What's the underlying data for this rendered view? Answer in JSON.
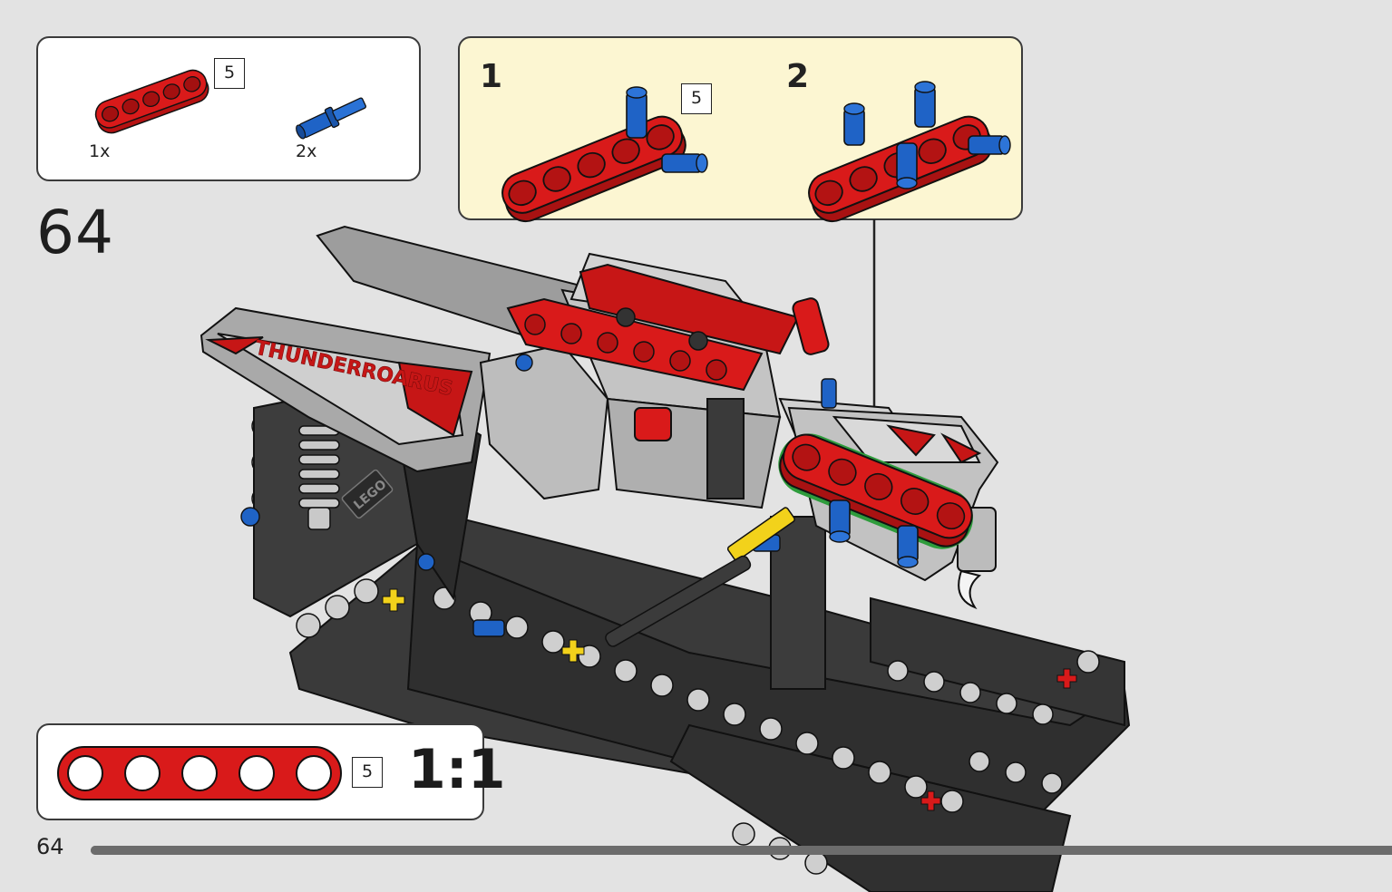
{
  "step": {
    "number": "64",
    "scale_label": "1:1",
    "page_number": "64",
    "progress_fraction": 1.0
  },
  "parts_list": {
    "items": [
      {
        "quantity": "1x",
        "part_icon": "red-beam-5-icon",
        "length_label": "5",
        "color": "#d91a1a"
      },
      {
        "quantity": "2x",
        "part_icon": "blue-axle-pin-icon",
        "color": "#1f63c6"
      }
    ]
  },
  "sub_assembly": {
    "steps": [
      {
        "number": "1",
        "length_label": "5"
      },
      {
        "number": "2"
      }
    ]
  },
  "ruler": {
    "part_icon": "red-beam-5-icon",
    "length_label": "5",
    "color": "#d91a1a"
  },
  "model": {
    "decal_text": "THUNDERROARUS",
    "brand_text": "LEGO",
    "highlight_color": "#2e9c3c"
  },
  "colors": {
    "background": "#e3e3e3",
    "panel_border": "#3b3b3b",
    "subassembly_bg": "#fcf6d2",
    "red": "#d91a1a",
    "blue": "#1f63c6",
    "dark_gray": "#3a3a3a",
    "light_gray": "#b9b9b9",
    "yellow": "#f2d21b"
  }
}
